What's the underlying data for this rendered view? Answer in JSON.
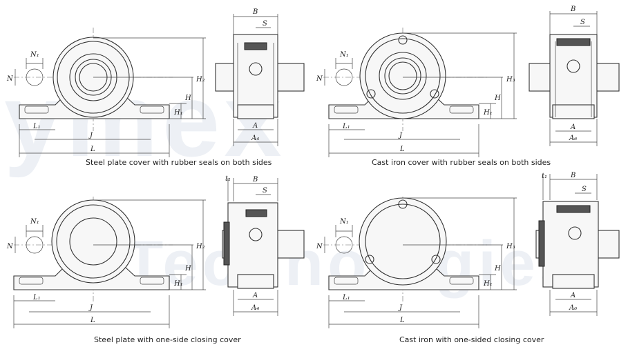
{
  "watermark": {
    "line1": "ymex",
    "line2": "Technologies"
  },
  "captions": [
    "Steel plate cover with rubber seals on both sides",
    "Cast iron cover with rubber seals on both sides",
    "Steel plate with one-side closing cover",
    "Cast iron with one-sided closing cover"
  ],
  "dims": {
    "B": "B",
    "S": "S",
    "A": "A",
    "A4": "A₄",
    "A6": "A₆",
    "N": "N",
    "N1": "N₁",
    "H": "H",
    "H1": "H₁",
    "H2": "H₂",
    "H3": "H₃",
    "L": "L",
    "L1": "L₁",
    "J": "J",
    "t1": "t₁"
  }
}
